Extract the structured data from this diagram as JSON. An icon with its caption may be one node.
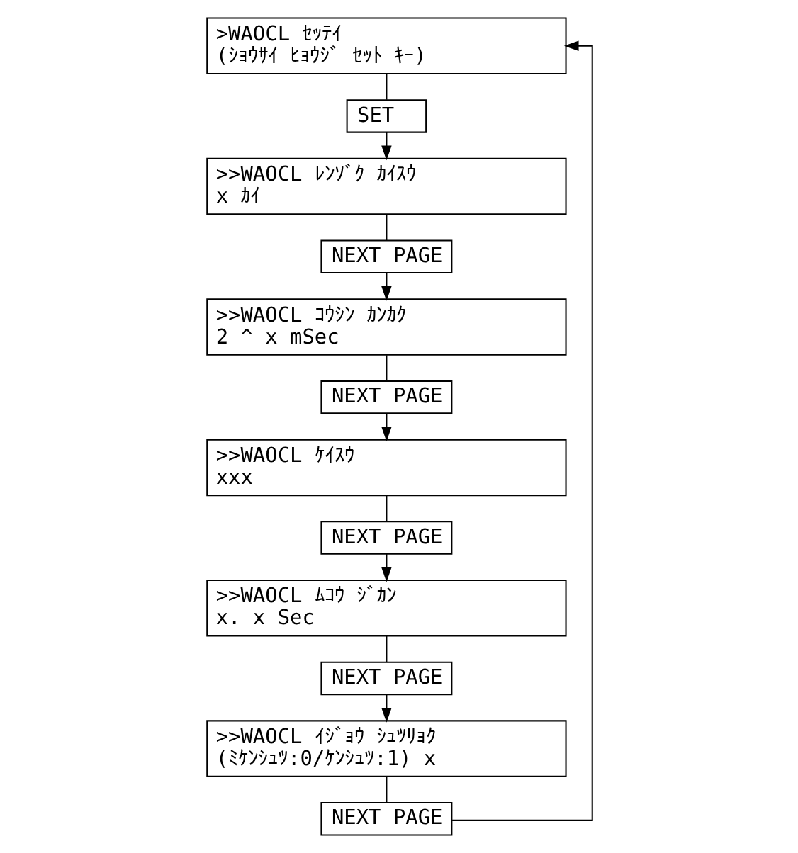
{
  "diagram": {
    "nodes": [
      {
        "text": [
          ">WAOCL ｾｯﾃｲ",
          "(ｼｮｳｻｲ ﾋｮｳｼﾞ ｾｯﾄ ｷｰ)"
        ]
      },
      {
        "text": [
          "SET"
        ]
      },
      {
        "text": [
          ">>WAOCL ﾚﾝｿﾞｸ ｶｲｽｳ",
          "x ｶｲ"
        ]
      },
      {
        "text": [
          "NEXT PAGE"
        ]
      },
      {
        "text": [
          ">>WAOCL ｺｳｼﾝ ｶﾝｶｸ",
          "2 ^ x mSec"
        ]
      },
      {
        "text": [
          "NEXT PAGE"
        ]
      },
      {
        "text": [
          ">>WAOCL ｹｲｽｳ",
          "xxx"
        ]
      },
      {
        "text": [
          "NEXT PAGE"
        ]
      },
      {
        "text": [
          ">>WAOCL ﾑｺｳ ｼﾞｶﾝ",
          "x. x Sec"
        ]
      },
      {
        "text": [
          "NEXT PAGE"
        ]
      },
      {
        "text": [
          ">>WAOCL ｲｼﾞｮｳ ｼｭﾂﾘｮｸ",
          "(ﾐｹﾝｼｭﾂ:0/ｹﾝｼｭﾂ:1) x"
        ]
      },
      {
        "text": [
          "NEXT PAGE"
        ]
      }
    ],
    "edges": [
      {
        "from": 0,
        "to": 1,
        "arrow": "none"
      },
      {
        "from": 1,
        "to": 2,
        "arrow": "to"
      },
      {
        "from": 2,
        "to": 3,
        "arrow": "none"
      },
      {
        "from": 3,
        "to": 4,
        "arrow": "to"
      },
      {
        "from": 4,
        "to": 5,
        "arrow": "none"
      },
      {
        "from": 5,
        "to": 6,
        "arrow": "to"
      },
      {
        "from": 6,
        "to": 7,
        "arrow": "none"
      },
      {
        "from": 7,
        "to": 8,
        "arrow": "to"
      },
      {
        "from": 8,
        "to": 9,
        "arrow": "none"
      },
      {
        "from": 9,
        "to": 10,
        "arrow": "to"
      },
      {
        "from": 10,
        "to": 11,
        "arrow": "none"
      },
      {
        "from": 11,
        "to": 0,
        "arrow": "to"
      }
    ]
  }
}
